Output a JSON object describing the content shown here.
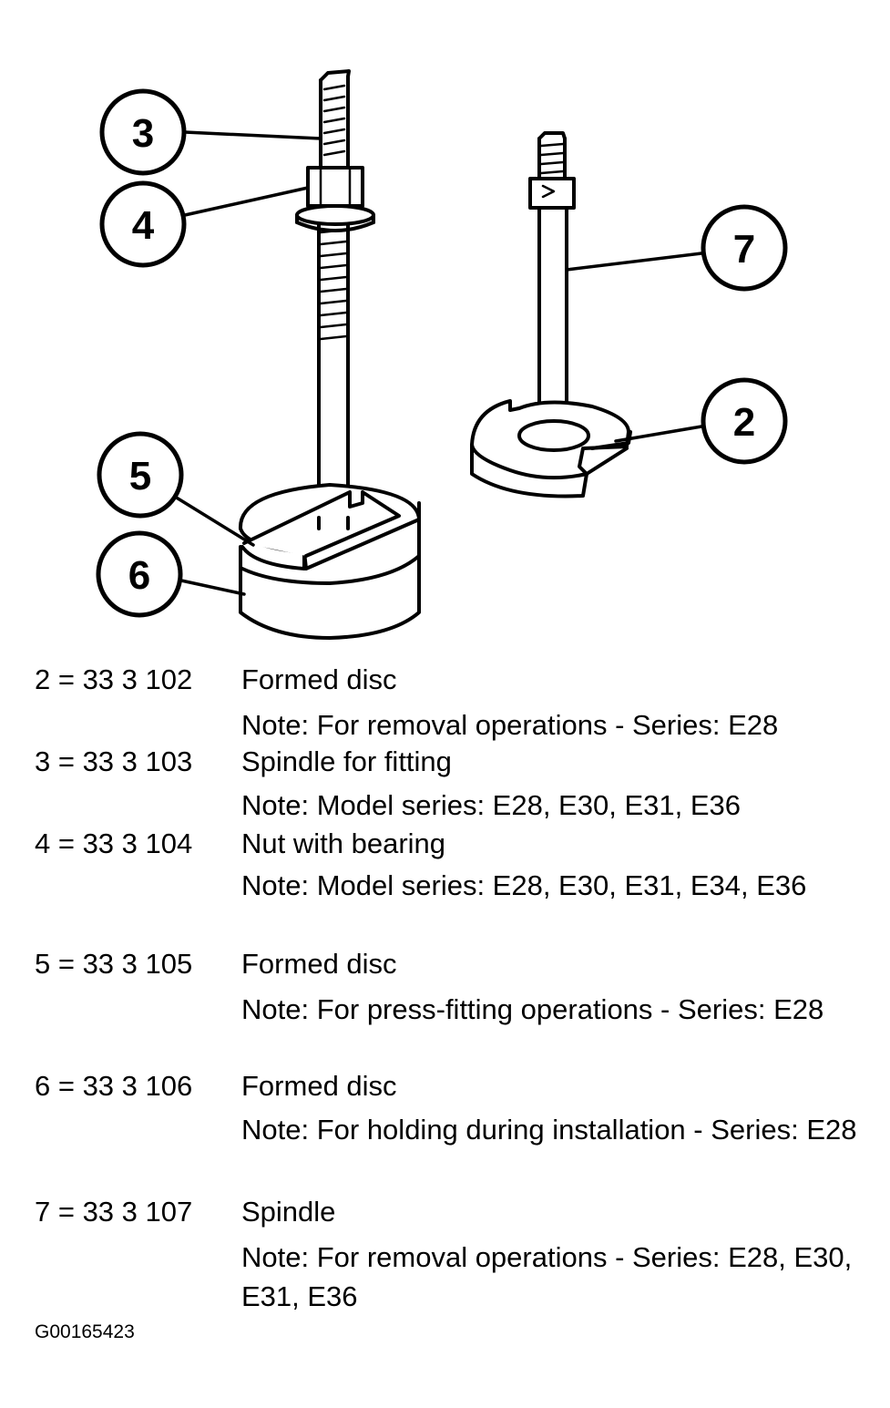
{
  "callouts": [
    {
      "num": "3",
      "target": "spindle-for-fitting"
    },
    {
      "num": "4",
      "target": "nut-with-bearing"
    },
    {
      "num": "5",
      "target": "formed-disc-press"
    },
    {
      "num": "6",
      "target": "formed-disc-holding"
    },
    {
      "num": "7",
      "target": "spindle"
    },
    {
      "num": "2",
      "target": "formed-disc-removal"
    }
  ],
  "legend": [
    {
      "code": "2 = 33 3 102",
      "name": "Formed disc",
      "note": "Note: For removal operations - Series: E28"
    },
    {
      "code": "3 = 33 3 103",
      "name": "Spindle for fitting",
      "note": "Note: Model series: E28, E30, E31, E36"
    },
    {
      "code": "4 = 33 3 104",
      "name": "Nut with bearing",
      "note": "Note: Model series: E28, E30, E31, E34, E36"
    },
    {
      "code": "5 = 33 3 105",
      "name": "Formed disc",
      "note": "Note: For press-fitting operations - Series: E28"
    },
    {
      "code": "6 = 33 3 106",
      "name": "Formed disc",
      "note": "Note: For holding during installation - Series: E28"
    },
    {
      "code": "7 = 33 3 107",
      "name": "Spindle",
      "note": "Note: For removal operations - Series: E28, E30, E31, E36"
    }
  ],
  "figure_id": "G00165423"
}
